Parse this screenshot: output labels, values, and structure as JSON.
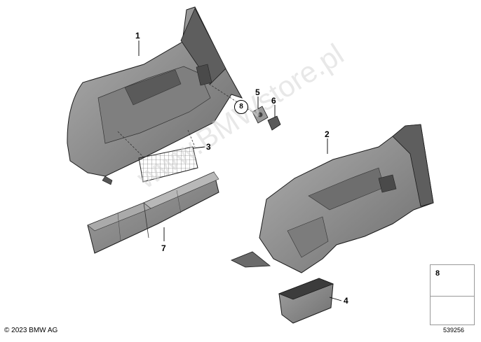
{
  "callouts": {
    "item1": "1",
    "item2": "2",
    "item3": "3",
    "item4": "4",
    "item5": "5",
    "item6": "6",
    "item7": "7",
    "item8": "8"
  },
  "legend": {
    "item8": "8"
  },
  "footer": {
    "copyright": "© 2023 BMW AG",
    "doc_number": "539256"
  },
  "watermark": "www.BMWstore.pl",
  "colors": {
    "part_fill": "#8e8e8e",
    "part_dark": "#6e6e6e",
    "part_light": "#b4b4b4",
    "line": "#1a1a1a"
  }
}
